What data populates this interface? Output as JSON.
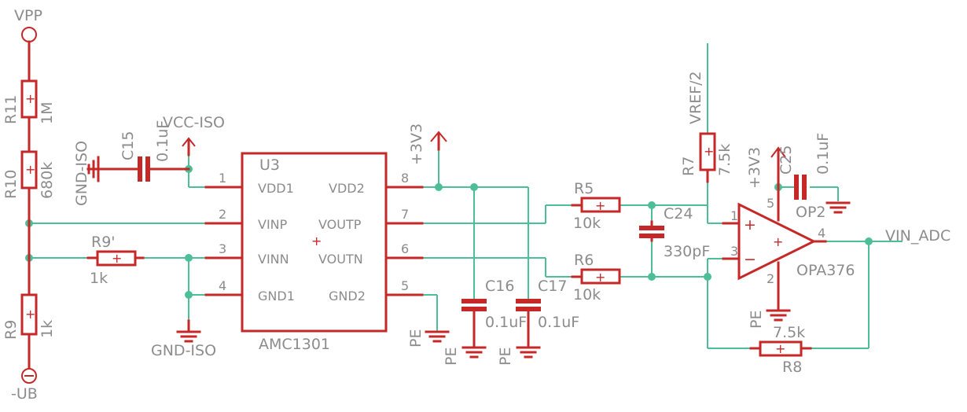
{
  "nets": {
    "vpp": "VPP",
    "ub": "-UB",
    "vcc_iso": "VCC-ISO",
    "gnd_iso_left": "GND-ISO",
    "gnd_iso_bottom": "GND-ISO",
    "p3v3_a": "+3V3",
    "p3v3_b": "+3V3",
    "vref": "VREF/2",
    "vin_adc": "VIN_ADC",
    "pe": "PE"
  },
  "parts": {
    "r11": {
      "name": "R11",
      "value": "1M"
    },
    "r10": {
      "name": "R10",
      "value": "680k"
    },
    "r9": {
      "name": "R9",
      "value": "1k"
    },
    "r9p": {
      "name": "R9'",
      "value": "1k"
    },
    "c15": {
      "name": "C15",
      "value": "0.1uF"
    },
    "u3": {
      "name": "U3",
      "part": "AMC1301"
    },
    "r5": {
      "name": "R5",
      "value": "10k"
    },
    "r6": {
      "name": "R6",
      "value": "10k"
    },
    "c24": {
      "name": "C24",
      "value": "330pF"
    },
    "c16": {
      "name": "C16",
      "value": "0.1uF"
    },
    "c17": {
      "name": "C17",
      "value": "0.1uF"
    },
    "r7": {
      "name": "R7",
      "value": "7.5k"
    },
    "c25": {
      "name": "C25",
      "value": "0.1uF"
    },
    "r8": {
      "name": "R8",
      "value": "7.5k"
    },
    "op": {
      "name": "OP2",
      "part": "OPA376"
    }
  },
  "u3_pins": {
    "left": [
      {
        "num": "1",
        "name": "VDD1"
      },
      {
        "num": "2",
        "name": "VINP"
      },
      {
        "num": "3",
        "name": "VINN"
      },
      {
        "num": "4",
        "name": "GND1"
      }
    ],
    "right": [
      {
        "num": "8",
        "name": "VDD2"
      },
      {
        "num": "7",
        "name": "VOUTP"
      },
      {
        "num": "6",
        "name": "VOUTN"
      },
      {
        "num": "5",
        "name": "GND2"
      }
    ]
  },
  "op_pins": {
    "p1": "1",
    "p2": "2",
    "p3": "3",
    "p4": "4",
    "p5": "5"
  },
  "op_signs": {
    "plus": "+",
    "minus": "−"
  }
}
